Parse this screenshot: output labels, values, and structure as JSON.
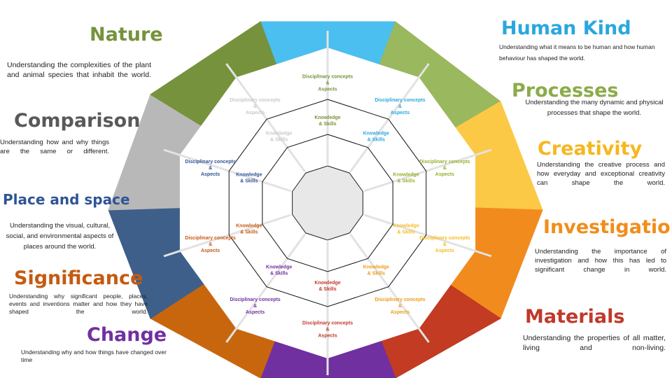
{
  "center_diagram": {
    "disciplinary_text": [
      "Disciplinary concepts",
      "&",
      "Aspects"
    ],
    "knowledge_text": [
      "Knowledge",
      "& Skills"
    ]
  },
  "themes": [
    {
      "key": "nature",
      "title": "Nature",
      "color": "#76923c",
      "description": "Understanding the complexities of the plant and animal species that inhabit the world."
    },
    {
      "key": "human_kind",
      "title": "Human Kind",
      "color": "#2aa7df",
      "description": "Understanding what it means to be human and how human behaviour has shaped the world."
    },
    {
      "key": "processes",
      "title": "Processes",
      "color": "#8cab4b",
      "description": "Understanding the many dynamic and physical processes that shape the world."
    },
    {
      "key": "creativity",
      "title": "Creativity",
      "color": "#f6b71f",
      "description": "Understanding the creative process and how everyday and exceptional creativity can shape the world."
    },
    {
      "key": "investigation",
      "title": "Investigation",
      "color": "#f18d1b",
      "description": "Understanding the importance of investigation and how this has led to significant change in world."
    },
    {
      "key": "materials",
      "title": "Materials",
      "color": "#c0392b",
      "description": "Understanding the properties of all matter, living and non-living."
    },
    {
      "key": "change",
      "title": "Change",
      "color": "#7030a0",
      "description": "Understanding why and how things have changed over time"
    },
    {
      "key": "significance",
      "title": "Significance",
      "color": "#c55a11",
      "description": "Understanding why significant people, places, events and inventions matter and how they have shaped the world."
    },
    {
      "key": "place_and_space",
      "title": "Place and space",
      "color": "#2f5496",
      "description": "Understanding the visual, cultural, social, and environmental aspects of places around the world."
    },
    {
      "key": "comparison",
      "title": "Comparison",
      "color": "#595959",
      "description": "Understanding how and why things are the same or different."
    }
  ]
}
